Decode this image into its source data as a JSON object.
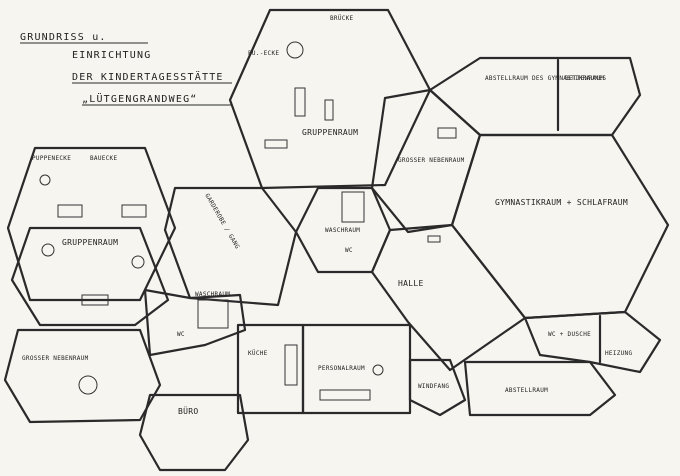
{
  "title": {
    "line1": "GRUNDRISS u.",
    "line2": "EINRICHTUNG",
    "line3": "DER KINDERTAGESSTÄTTE",
    "line4": "„LÜTGENGRANDWEG“"
  },
  "rooms": {
    "bruecke_top": "BRÜCKE",
    "puppenecke_top": "PU.-ECKE",
    "gruppenraum_top": "GRUPPENRAUM",
    "abstellraum_gym": "ABSTELLRAUM DES GYMNASTIKRAUMES",
    "bettenraum": "BETTENRAUM",
    "grosser_nebenraum_top": "GROSSER NEBENRAUM",
    "gymnastikraum": "GYMNASTIKRAUM + SCHLAFRAUM",
    "puppenecke_left": "PUPPENECKE",
    "bauecke": "BAUECKE",
    "gruppenraum_left": "GRUPPENRAUM",
    "corridor": "GARDEROBE / GANG",
    "waschraum_top": "WASCHRAUM",
    "wc_top": "WC",
    "halle": "HALLE",
    "waschraum_left": "WASCHRAUM",
    "wc_left": "WC",
    "grosser_nebenraum_left": "GROSSER NEBENRAUM",
    "kueche": "KÜCHE",
    "personalraum": "PERSONALRAUM",
    "windfang": "WINDFANG",
    "abstellraum_bottom": "ABSTELLRAUM",
    "wc_dusche": "WC + DUSCHE",
    "heizung": "HEIZUNG",
    "buero": "BÜRO"
  }
}
